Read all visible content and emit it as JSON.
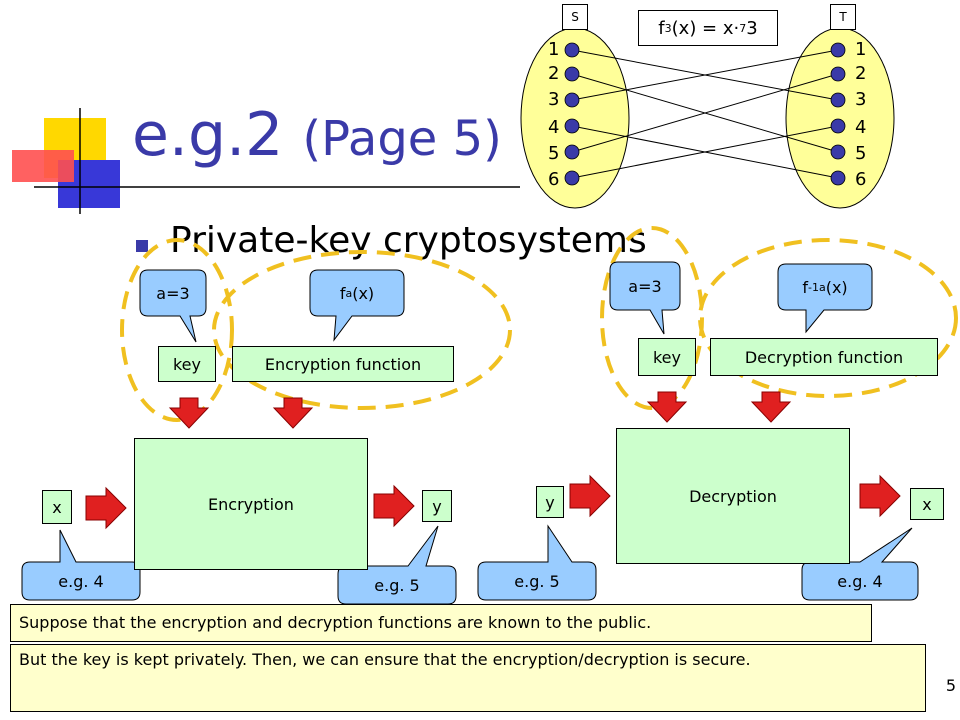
{
  "title": {
    "main": "e.g.2",
    "paren": "(Page 5)"
  },
  "bullet": "Private-key cryptosystems",
  "mapping": {
    "set_s": "S",
    "set_t": "T",
    "func_f": "f",
    "func_sub": "3",
    "func_mid": "(x) = x·",
    "func_mod": "7",
    "func_end": "3",
    "s_numbers": [
      "1",
      "2",
      "3",
      "4",
      "5",
      "6"
    ],
    "t_numbers": [
      "1",
      "2",
      "3",
      "4",
      "5",
      "6"
    ]
  },
  "encryption": {
    "key_value": "a=3",
    "func_f": "f",
    "func_sub": "a",
    "func_arg": "(x)",
    "key_label": "key",
    "func_label": "Encryption function",
    "box_label": "Encryption",
    "input": "x",
    "output": "y",
    "input_example": "e.g. 4",
    "output_example": "e.g. 5"
  },
  "decryption": {
    "key_value": "a=3",
    "func_f": "f",
    "func_sup": "-1",
    "func_sub": "a",
    "func_arg": "(x)",
    "key_label": "key",
    "func_label": "Decryption function",
    "box_label": "Decryption",
    "input": "y",
    "output": "x",
    "input_example": "e.g. 5",
    "output_example": "e.g. 4"
  },
  "notes": {
    "line1": "Suppose that the encryption and decryption functions are known to the public.",
    "line2": "But the key is kept privately. Then, we can ensure that the encryption/decryption is secure."
  },
  "page_number": "5",
  "colors": {
    "title": "#3a3aa8",
    "yellow_fill": "#ffff99",
    "dash": "#f0c020",
    "callout": "#99ccff",
    "box": "#ccffcc",
    "arrow": "#e02020",
    "note": "#ffffcc",
    "node": "#3a3aa8"
  }
}
